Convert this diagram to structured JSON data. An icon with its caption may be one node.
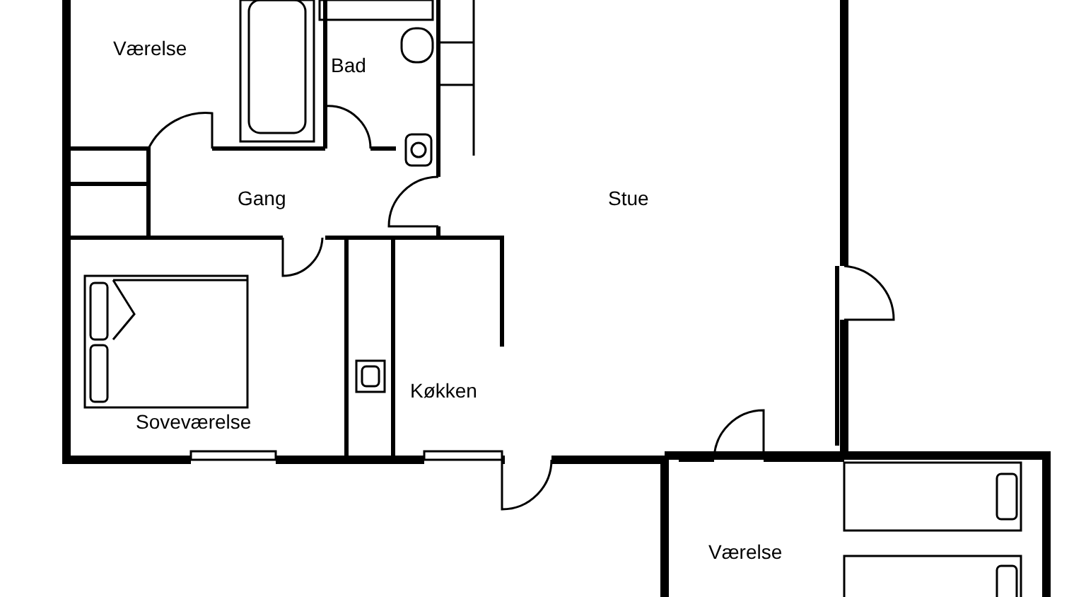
{
  "diagram": {
    "nodes": [
      {
        "text": [
          "Værelse"
        ]
      },
      {
        "text": [
          "Bad"
        ]
      },
      {
        "text": [
          "Gang"
        ]
      },
      {
        "text": [
          "Stue"
        ]
      },
      {
        "text": [
          "Soveværelse"
        ]
      },
      {
        "text": [
          "Køkken"
        ]
      },
      {
        "text": [
          "Værelse"
        ]
      }
    ],
    "edges": []
  }
}
